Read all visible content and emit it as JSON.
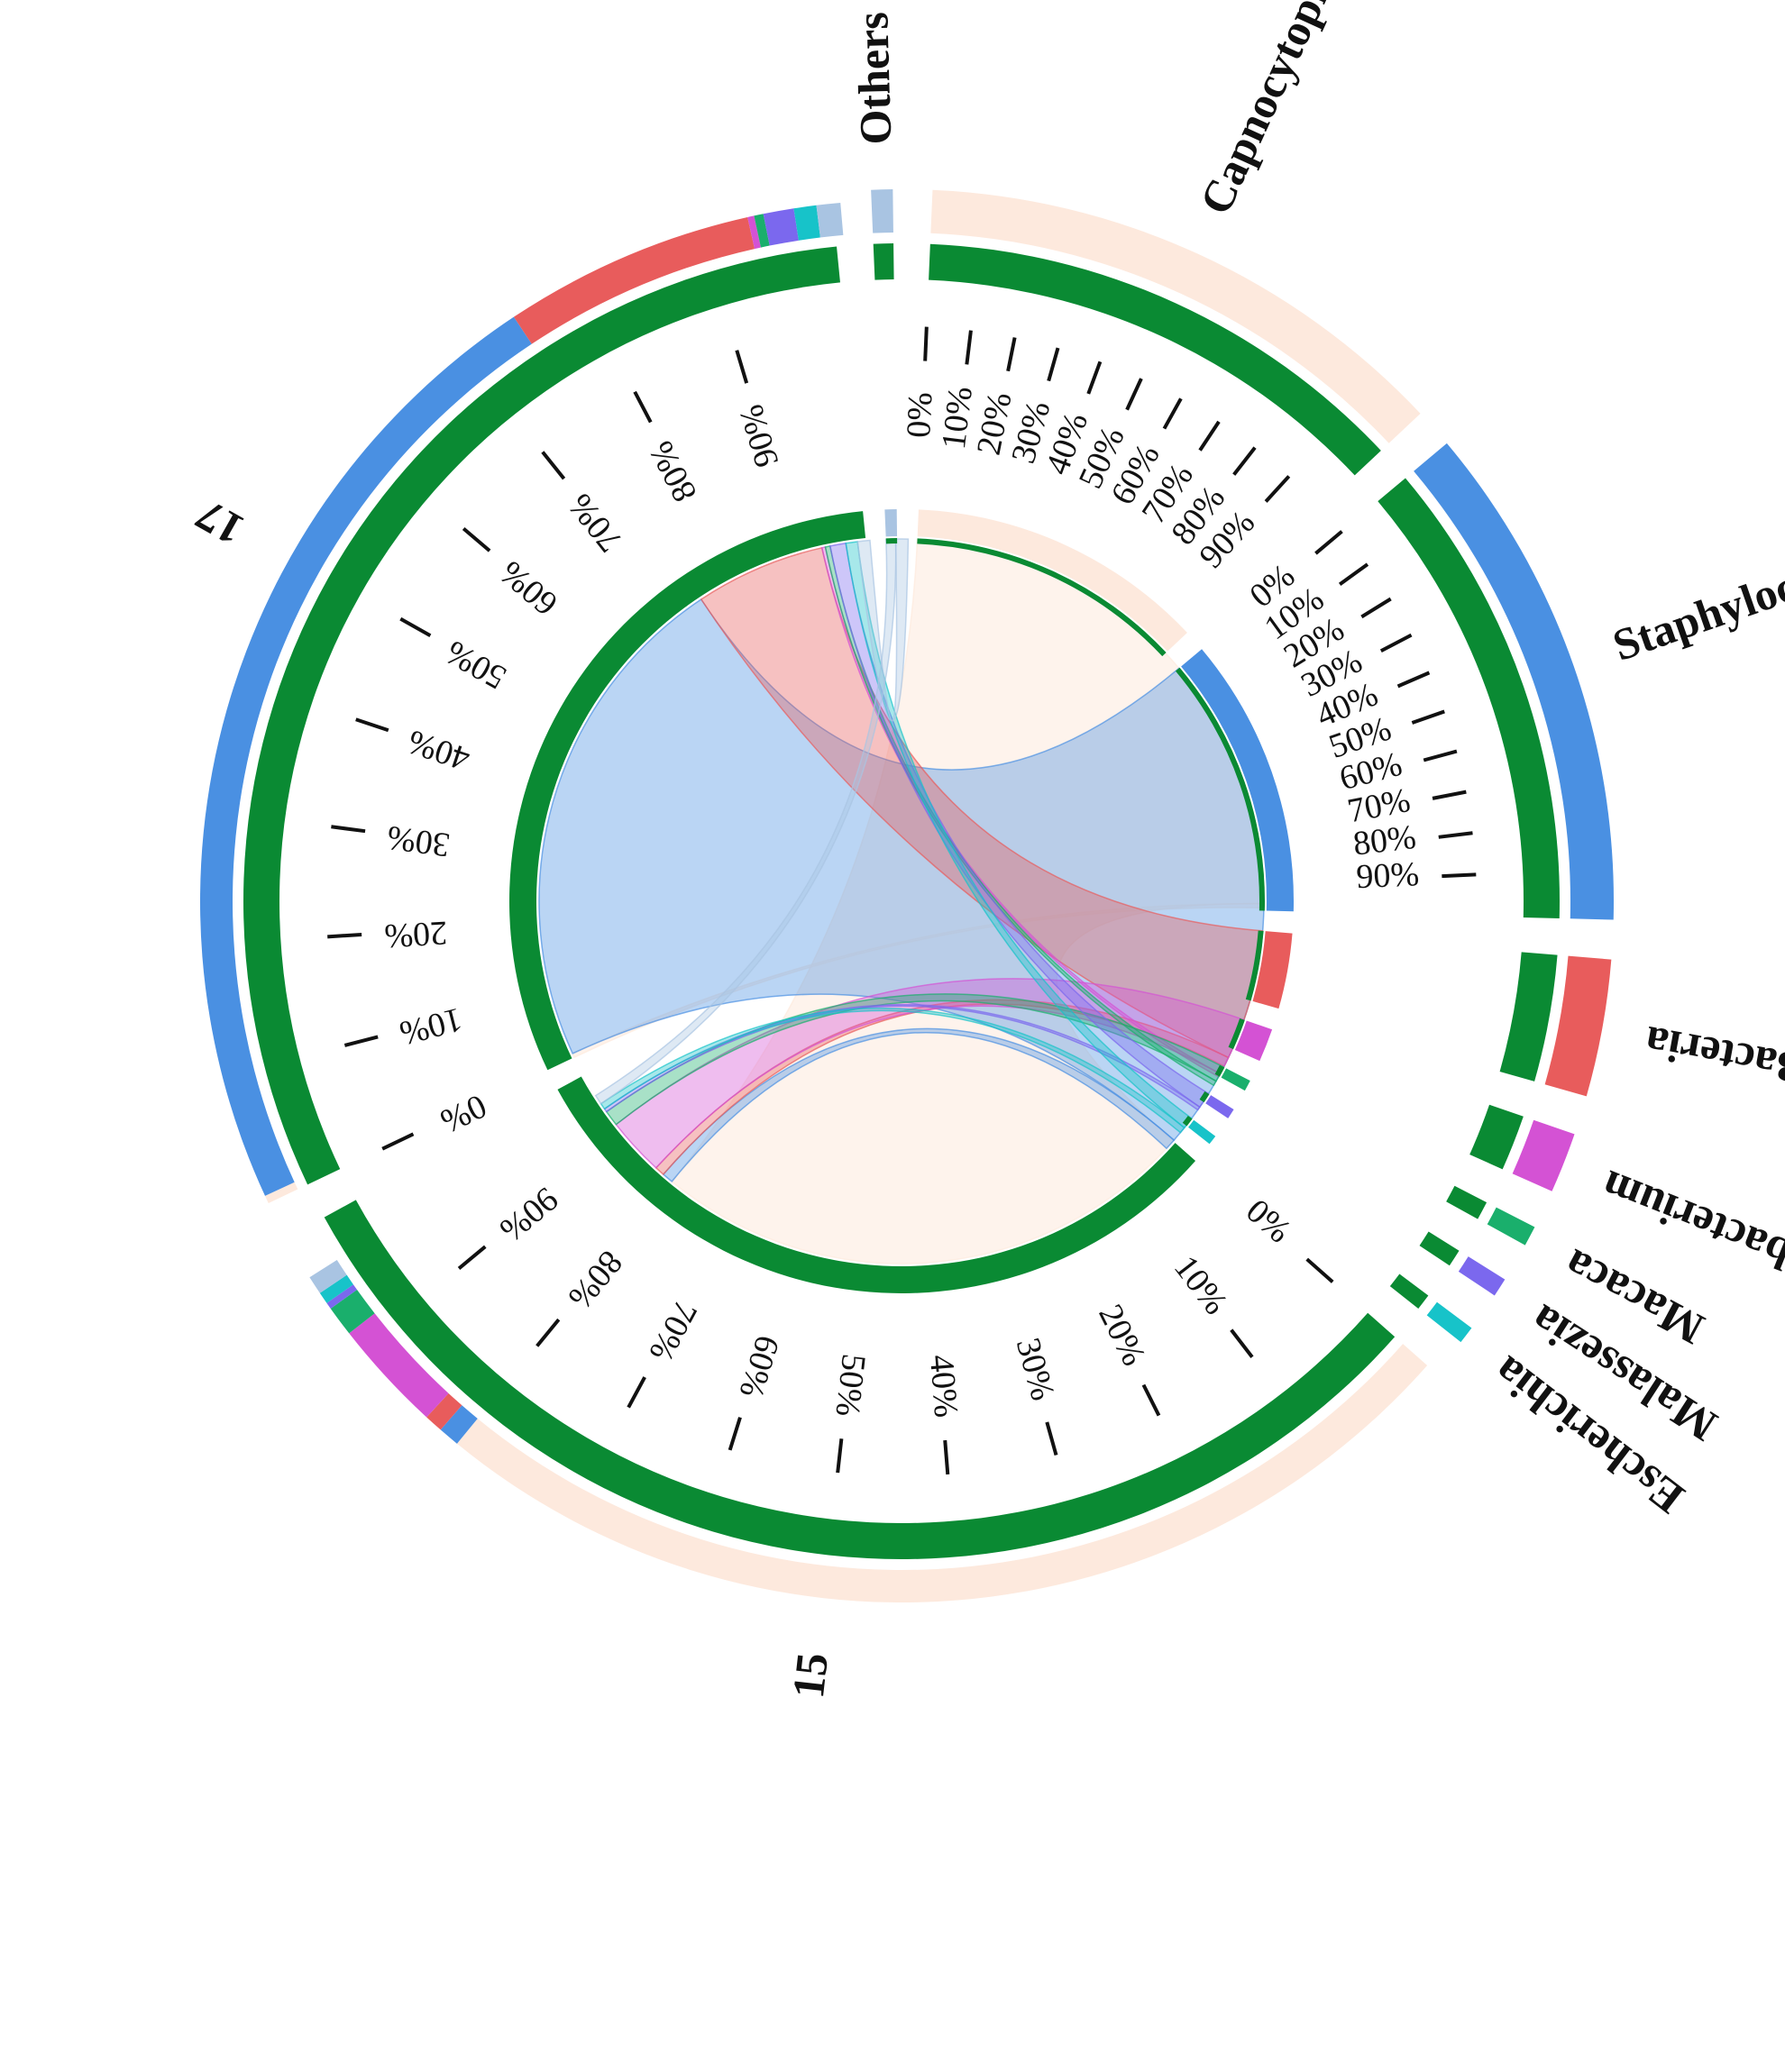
{
  "chart_data": {
    "type": "chord",
    "title": "",
    "sectors": [
      {
        "name": "Capnocytophaga",
        "kind": "genus",
        "color": "#fde9dd",
        "value": 40.3
      },
      {
        "name": "Staphylococcus",
        "kind": "genus",
        "color": "#4a90e2",
        "value": 37.8
      },
      {
        "name": "unclassified_d_Bacteria",
        "kind": "genus",
        "color": "#e85c5c",
        "value": 10.2
      },
      {
        "name": "Cutibacterium",
        "kind": "genus",
        "color": "#d452d4",
        "value": 4.5
      },
      {
        "name": "Macaca",
        "kind": "genus",
        "color": "#1aaf6c",
        "value": 1.5
      },
      {
        "name": "Malassezia",
        "kind": "genus",
        "color": "#7b68ee",
        "value": 1.4
      },
      {
        "name": "Escherichia",
        "kind": "genus",
        "color": "#17c3c9",
        "value": 1.3
      },
      {
        "name": "15",
        "kind": "sample",
        "color": "#0a8a33",
        "value": 100
      },
      {
        "name": "17",
        "kind": "sample",
        "color": "#0a8a33",
        "value": 100
      },
      {
        "name": "Others",
        "kind": "genus",
        "color": "#a9c4e2",
        "value": 1.6
      }
    ],
    "links": [
      {
        "source": "Capnocytophaga",
        "target": "15",
        "value": 80.0
      },
      {
        "source": "Capnocytophaga",
        "target": "17",
        "value": 0.6
      },
      {
        "source": "Staphylococcus",
        "target": "17",
        "value": 74.0
      },
      {
        "source": "Staphylococcus",
        "target": "15",
        "value": 1.6
      },
      {
        "source": "unclassified_d_Bacteria",
        "target": "17",
        "value": 19.0
      },
      {
        "source": "unclassified_d_Bacteria",
        "target": "15",
        "value": 1.4
      },
      {
        "source": "Cutibacterium",
        "target": "15",
        "value": 8.5
      },
      {
        "source": "Cutibacterium",
        "target": "17",
        "value": 0.5
      },
      {
        "source": "Macaca",
        "target": "15",
        "value": 2.3
      },
      {
        "source": "Macaca",
        "target": "17",
        "value": 0.7
      },
      {
        "source": "Malassezia",
        "target": "17",
        "value": 2.3
      },
      {
        "source": "Malassezia",
        "target": "15",
        "value": 0.5
      },
      {
        "source": "Escherichia",
        "target": "17",
        "value": 1.7
      },
      {
        "source": "Escherichia",
        "target": "15",
        "value": 0.9
      },
      {
        "source": "Others",
        "target": "15",
        "value": 1.4
      },
      {
        "source": "Others",
        "target": "17",
        "value": 1.8
      }
    ],
    "percent_ticks": [
      "0%",
      "10%",
      "20%",
      "30%",
      "40%",
      "50%",
      "60%",
      "70%",
      "80%",
      "90%"
    ],
    "track_colors": {
      "outer_ring": "#0a8a33"
    }
  }
}
